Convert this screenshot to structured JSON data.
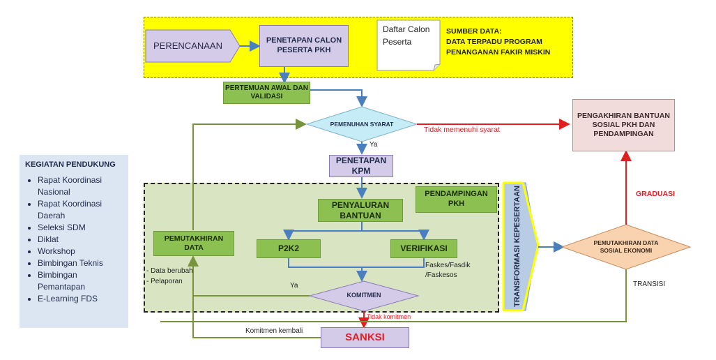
{
  "colors": {
    "top_band": "#ffff00",
    "dashed_region": "#d9e5c2",
    "green_box": "#8cc152",
    "lavender_box": "#d4cbe9",
    "pink_box": "#f2dcdb",
    "cyan_diamond": "#c5ecf7",
    "orange_diamond": "#f9d2b0",
    "arrow_blue": "#4a7fbe",
    "arrow_red": "#e02020",
    "arrow_green": "#77933c",
    "sidebar_bg": "#dce6f2"
  },
  "top": {
    "perencanaan": "PERENCANAAN",
    "penetapan_calon": "PENETAPAN CALON PESERTA PKH",
    "daftar_calon": "Daftar Calon Peserta",
    "sumber_data": "SUMBER DATA:\nDATA TERPADU PROGRAM PENANGANAN FAKIR MISKIN"
  },
  "flow": {
    "pertemuan_awal": "PERTEMUAN AWAL DAN VALIDASI",
    "pemenuhan_syarat": "PEMENUHAN SYARAT",
    "tidak_memenuhi": "Tidak memenuhi syarat",
    "ya_1": "Ya",
    "pengakhiran": "PENGAKHIRAN BANTUAN SOSIAL PKH DAN PENDAMPINGAN",
    "penetapan_kpm": "PENETAPAN KPM",
    "pendampingan_pkh": "PENDAMPINGAN PKH",
    "penyaluran": "PENYALURAN BANTUAN",
    "p2k2": "P2K2",
    "verifikasi": "VERIFIKASI",
    "faskes": "Faskes/Fasdik /Faskesos",
    "pemutakhiran_data": "PEMUTAKHIRAN DATA",
    "pemutakhiran_notes": [
      "- Data berubah",
      "- Pelaporan"
    ],
    "ya_2": "Ya",
    "komitmen": "KOMITMEN",
    "tidak_komitmen": "Tidak komitmen",
    "komitmen_kembali": "Komitmen kembali",
    "sanksi": "SANKSI",
    "transformasi": "TRANSFORMASI KEPESERTAAN",
    "pemutakhiran_sosek": "PEMUTAKHIRAN DATA SOSIAL EKONOMI",
    "graduasi": "GRADUASI",
    "transisi": "TRANSISI"
  },
  "sidebar": {
    "title": "KEGIATAN PENDUKUNG",
    "items": [
      "Rapat Koordinasi Nasional",
      "Rapat Koordinasi Daerah",
      "Seleksi SDM",
      "Diklat",
      "Workshop",
      "Bimbingan Teknis",
      "Bimbingan Pemantapan",
      "E-Learning FDS"
    ]
  }
}
